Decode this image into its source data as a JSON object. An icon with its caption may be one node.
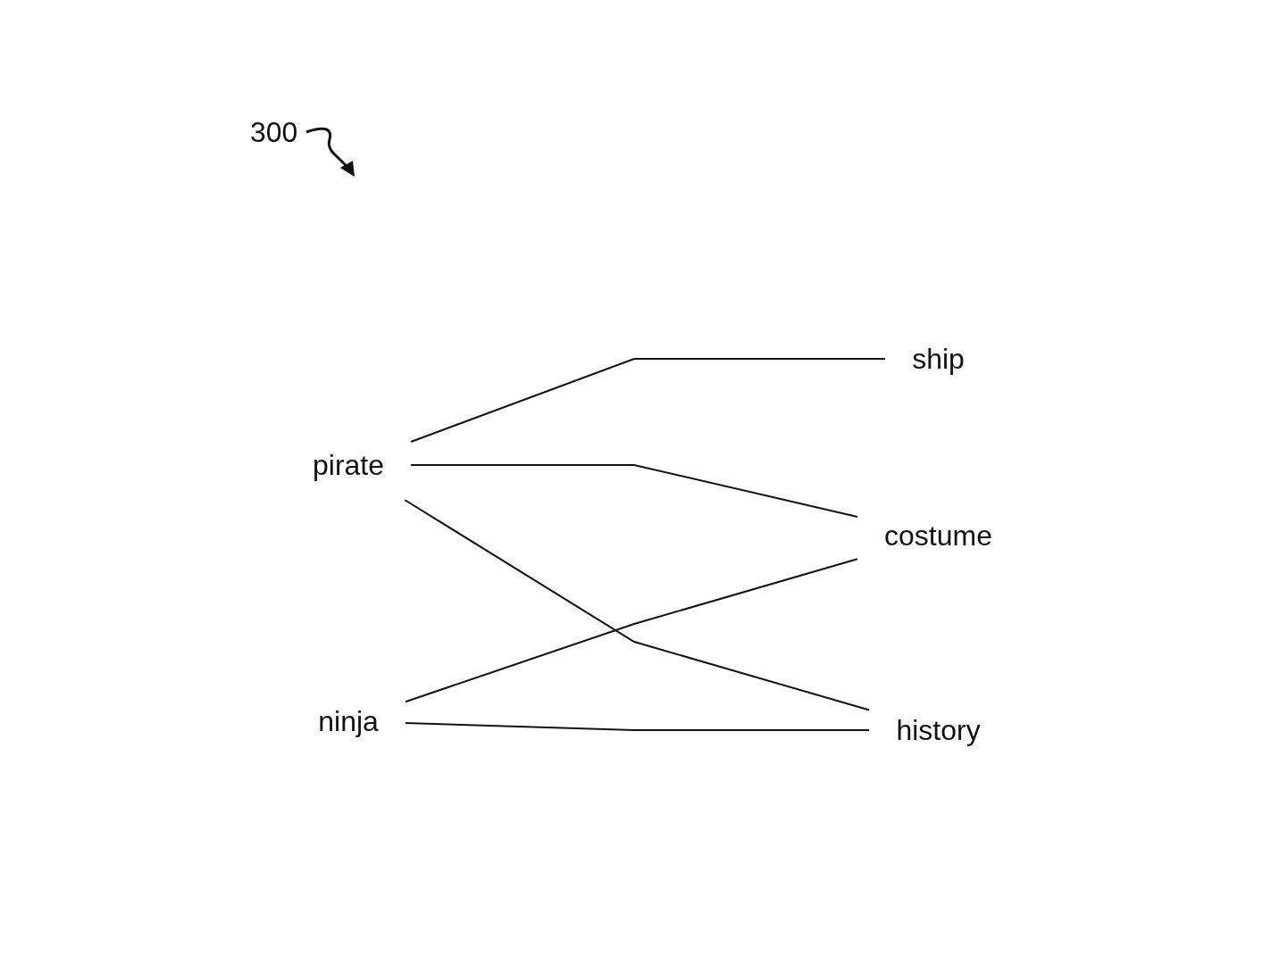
{
  "diagram": {
    "nodes": [
      {
        "text": [
          "ship"
        ]
      },
      {
        "text": [
          "pirate"
        ]
      },
      {
        "text": [
          "costume"
        ]
      },
      {
        "text": [
          "ninja"
        ]
      },
      {
        "text": [
          "history"
        ]
      }
    ],
    "edges": [
      {
        "from": 1,
        "to": 0,
        "arrow": "none"
      },
      {
        "from": 1,
        "to": 2,
        "arrow": "none"
      },
      {
        "from": 1,
        "to": 4,
        "arrow": "none"
      },
      {
        "from": 3,
        "to": 2,
        "arrow": "none"
      },
      {
        "from": 3,
        "to": 4,
        "arrow": "none"
      }
    ],
    "labels": [
      "300"
    ]
  }
}
